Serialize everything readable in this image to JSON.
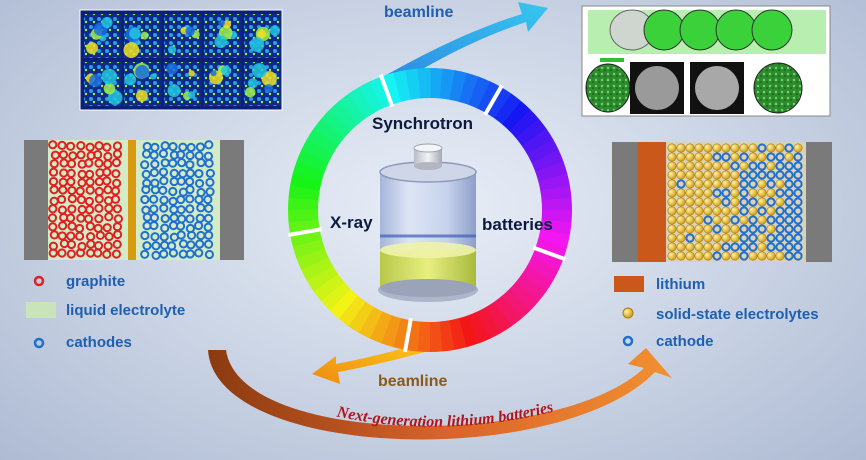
{
  "center": {
    "title": "Synchrotron",
    "left_label": "X-ray",
    "right_label": "batteries"
  },
  "beamline_top": "beamline",
  "beamline_bottom": "beamline",
  "bottom_arc_text": "Next-generation lithium batteries",
  "left_legend": {
    "items": [
      {
        "label": "graphite",
        "color": "#e02020",
        "kind": "ring"
      },
      {
        "label": "liquid electrolyte",
        "color": "#c8e4b8",
        "kind": "rect"
      },
      {
        "label": "cathodes",
        "color": "#1f6fd0",
        "kind": "ring"
      }
    ]
  },
  "right_legend": {
    "items": [
      {
        "label": "lithium",
        "color": "#c9581a",
        "kind": "rect"
      },
      {
        "label": "solid-state electrolytes",
        "color": "#d9a520",
        "kind": "dot"
      },
      {
        "label": "cathode",
        "color": "#1f6fd0",
        "kind": "ring"
      }
    ]
  },
  "colors": {
    "label_blue": "#1f5fb0",
    "beamline_brown": "#8b5a1a",
    "arc_text_red": "#b0141a"
  }
}
